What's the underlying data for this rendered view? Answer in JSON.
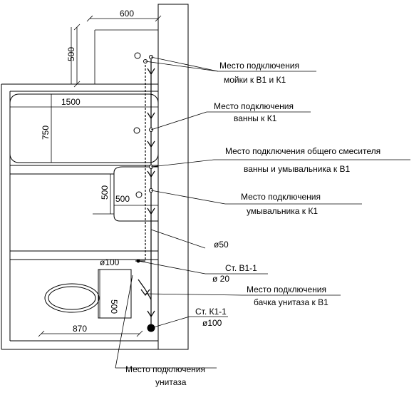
{
  "dimensions": {
    "top_width": "600",
    "top_height": "500",
    "bath_length": "1500",
    "bath_width": "750",
    "sink_height": "500",
    "sink_width": "500",
    "toilet_width": "500",
    "toilet_length": "870",
    "toilet_pipe": "ø100"
  },
  "callouts": {
    "sink": [
      "Место подключения",
      "мойки к В1 и К1"
    ],
    "bath": [
      "Место подключения",
      "ванны к К1"
    ],
    "mixer": [
      "Место подключения общего смесителя",
      "ванны и умывальника к В1"
    ],
    "washbasin": [
      "Место подключения",
      "умывальника к К1"
    ],
    "pipe_d50": "ø50",
    "riser_b1": [
      "Ст. В1-1",
      "ø 20"
    ],
    "cistern": [
      "Место подключения",
      "бачка унитаза к В1"
    ],
    "riser_k1": [
      "Ст. К1-1",
      "ø100"
    ],
    "toilet": [
      "Место подключения",
      "унитаза"
    ]
  }
}
